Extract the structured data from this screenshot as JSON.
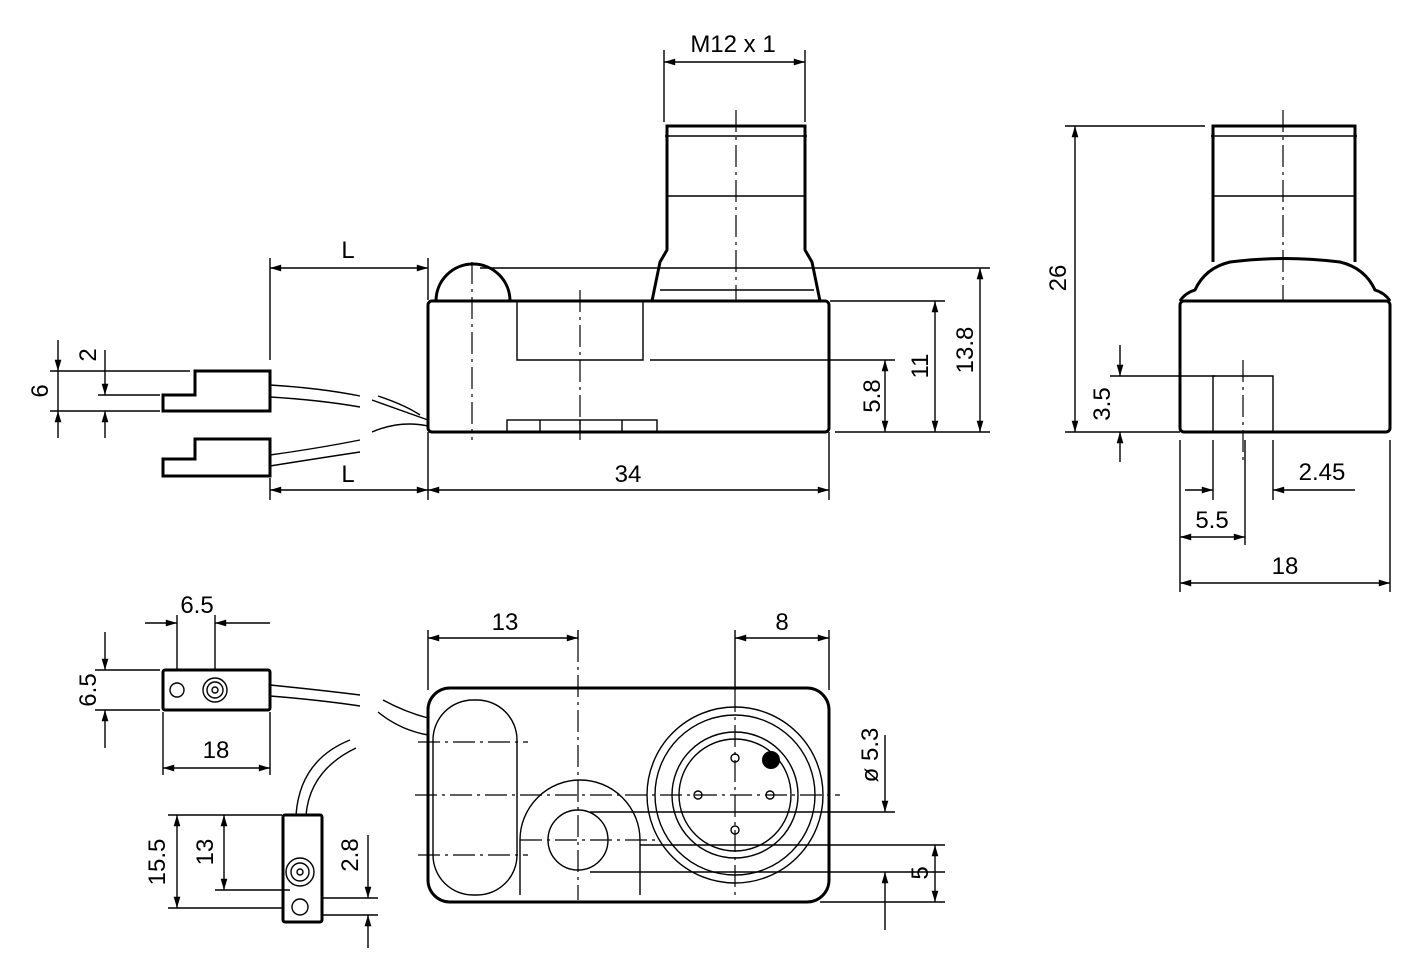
{
  "side_view": {
    "thread": "M12 x 1",
    "cable_length_top": "L",
    "cable_length_bottom": "L",
    "pin_step": "2",
    "plug_height": "6",
    "length": "34",
    "slot_height": "5.8",
    "body_height": "11",
    "overall_height": "13.8"
  },
  "end_view": {
    "total_height": "26",
    "slot_height": "3.5",
    "slot_offset": "2.45",
    "slot_width": "5.5",
    "width": "18"
  },
  "bottom_view": {
    "plug_width": "6.5",
    "plug_height": "6.5",
    "plug_length": "18",
    "slot_offset": "13",
    "connector_offset": "8",
    "diameter": "ø 5.3",
    "connector_offset_v": "5",
    "plug2_length": "15.5",
    "plug2_hole_spacing": "13",
    "plug2_hole_offset": "2.8"
  }
}
